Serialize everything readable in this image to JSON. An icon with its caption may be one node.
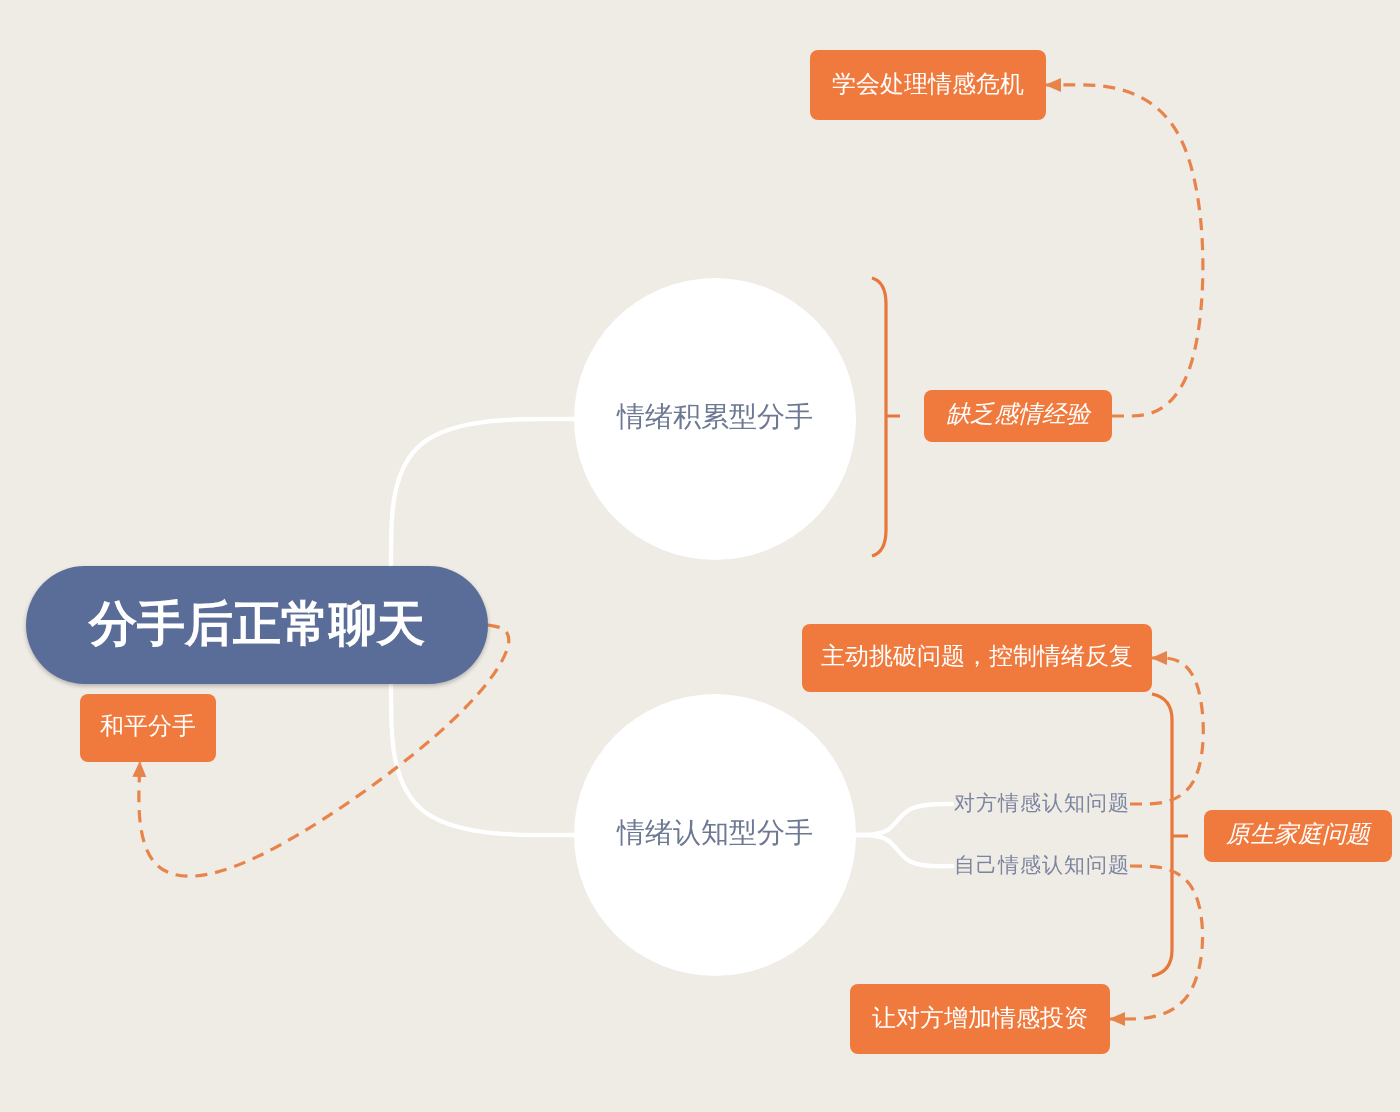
{
  "diagram": {
    "nodes": [
      {
        "text": [
          "分手后正常聊天"
        ]
      },
      {
        "text": [
          "和平分手"
        ]
      },
      {
        "text": [
          "情绪积累型分手"
        ]
      },
      {
        "text": [
          "缺乏感情经验"
        ]
      },
      {
        "text": [
          "学会处理情感危机"
        ]
      },
      {
        "text": [
          "情绪认知型分手"
        ]
      },
      {
        "text": [
          "对方情感认知问题"
        ]
      },
      {
        "text": [
          "自己情感认知问题"
        ]
      },
      {
        "text": [
          "原生家庭问题"
        ]
      },
      {
        "text": [
          "主动挑破问题，控制情绪反复"
        ]
      },
      {
        "text": [
          "让对方增加情感投资"
        ]
      }
    ],
    "edges": [
      {
        "from": 0,
        "to": 2,
        "arrow": "none"
      },
      {
        "from": 0,
        "to": 5,
        "arrow": "none"
      },
      {
        "from": 5,
        "to": 6,
        "arrow": "none"
      },
      {
        "from": 5,
        "to": 7,
        "arrow": "none"
      },
      {
        "from": 0,
        "to": 1,
        "arrow": "to",
        "style": "dashed",
        "color": "#e8834a"
      },
      {
        "from": 3,
        "to": 4,
        "arrow": "to",
        "style": "dashed",
        "color": "#e8834a"
      },
      {
        "from": 6,
        "to": 9,
        "arrow": "to",
        "style": "dashed",
        "color": "#e8834a"
      },
      {
        "from": 7,
        "to": 10,
        "arrow": "to",
        "style": "dashed",
        "color": "#e8834a"
      }
    ]
  }
}
